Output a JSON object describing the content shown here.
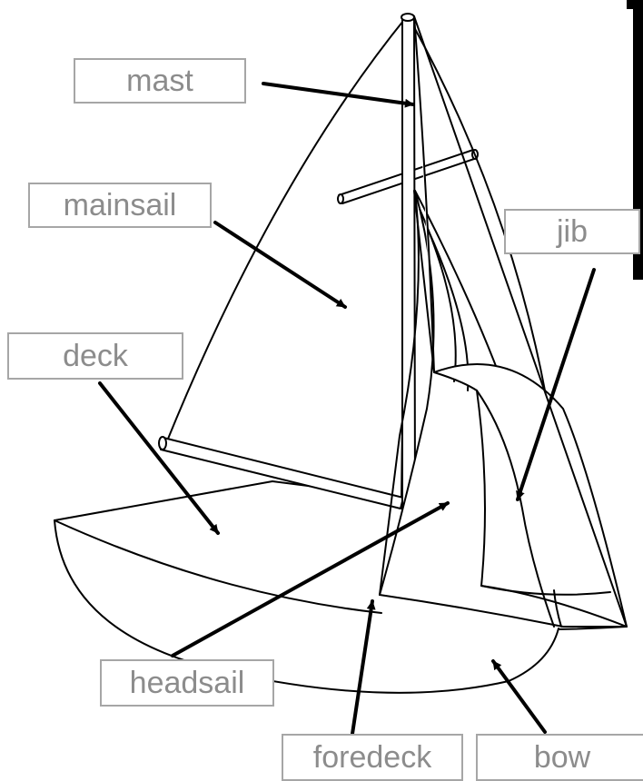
{
  "labels": {
    "mast": "mast",
    "mainsail": "mainsail",
    "jib": "jib",
    "deck": "deck",
    "headsail": "headsail",
    "foredeck": "foredeck",
    "bow": "bow"
  },
  "colors": {
    "label_border": "#a6a6a6",
    "label_text": "#8c8c8c",
    "line": "#000000"
  }
}
